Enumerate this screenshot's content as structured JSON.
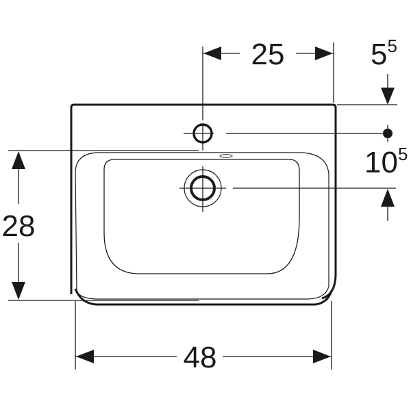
{
  "drawing": {
    "subject": "washbasin top view dimension drawing",
    "colors": {
      "line": "#1a1a1a",
      "background": "#ffffff"
    },
    "dimensions": {
      "tap_hole_offset": {
        "label": "25",
        "unit": "cm",
        "orientation": "horizontal"
      },
      "top_edge_to_tap_hole": {
        "base": "5",
        "sup": "5",
        "orientation": "vertical"
      },
      "tap_hole_to_drain": {
        "base": "10",
        "sup": "5",
        "orientation": "vertical"
      },
      "depth": {
        "label": "28",
        "orientation": "vertical"
      },
      "width": {
        "label": "48",
        "orientation": "horizontal"
      }
    },
    "features": {
      "tap_hole": "tap-hole",
      "drain": "drain-outlet",
      "overflow": "overflow-slot",
      "bowl": "basin-bowl"
    }
  }
}
